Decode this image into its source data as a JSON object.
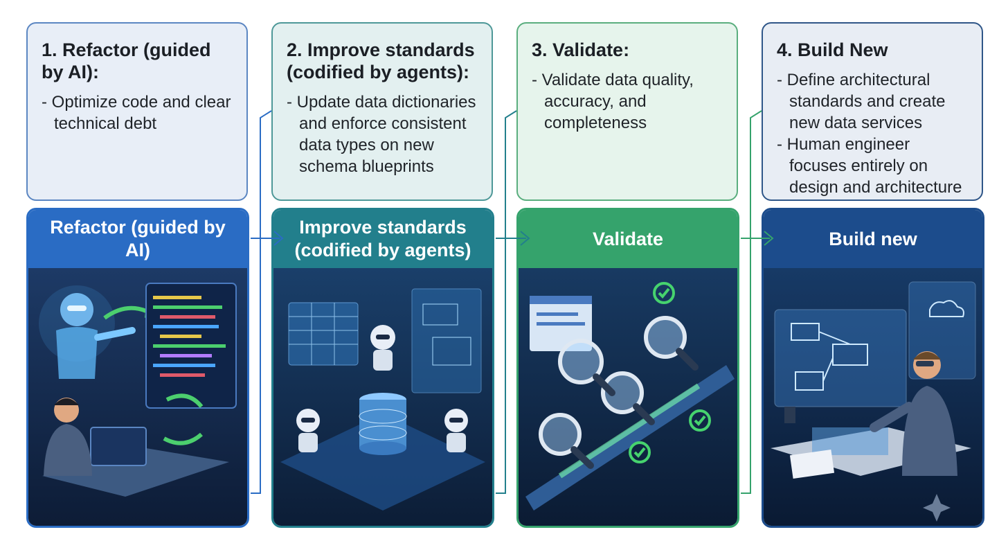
{
  "steps": [
    {
      "title": "1. Refactor (guided by AI):",
      "bullets": [
        "Optimize code and clear technical debt"
      ],
      "card_label": "Refactor (guided by AI)",
      "accent": "#2a6cc4",
      "panel_bg": "#e8eef7",
      "panel_border": "#5b86c2",
      "illustration": "ai-robot-and-developer-refactoring-code"
    },
    {
      "title": "2. Improve standards (codified by agents):",
      "bullets": [
        "Update data dictionaries and enforce consistent data types on new schema blueprints"
      ],
      "card_label": "Improve standards (codified by agents)",
      "accent": "#227f8c",
      "panel_bg": "#e3f0f0",
      "panel_border": "#4e9898",
      "illustration": "robots-managing-database-schemas"
    },
    {
      "title": "3. Validate:",
      "bullets": [
        "Validate data quality, accuracy, and completeness"
      ],
      "card_label": "Validate",
      "accent": "#35a36c",
      "panel_bg": "#e6f4ec",
      "panel_border": "#5aae7e",
      "illustration": "magnifying-glasses-inspecting-data-pipeline"
    },
    {
      "title": "4. Build New",
      "bullets": [
        "Define architectural standards and create new data services",
        "Human engineer focuses entirely on design and architecture"
      ],
      "card_label": "Build new",
      "accent": "#1c4c8c",
      "panel_bg": "#e8edf4",
      "panel_border": "#2f5688",
      "illustration": "engineer-designing-architecture"
    }
  ],
  "connector_colors": [
    "#2a6cc4",
    "#227f8c",
    "#35a36c"
  ]
}
